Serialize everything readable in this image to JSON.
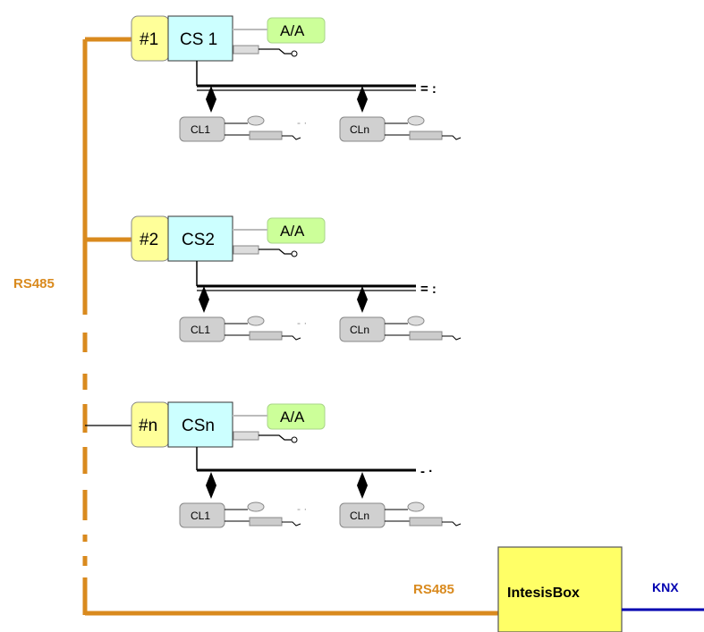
{
  "bus": {
    "left_label": "RS485",
    "bottom_label": "RS485",
    "bus_color": "#D98A1E"
  },
  "gateway": {
    "label": "IntesisBox",
    "output_label": "KNX",
    "fill": "#FFFF66",
    "output_color": "#0000B0"
  },
  "groups": [
    {
      "id_label": "#1",
      "cs_label": "CS 1",
      "aa_label": "A/A",
      "cl_first": "CL1",
      "cl_last": "CLn",
      "cl_more": "- ·",
      "line_more": "= :"
    },
    {
      "id_label": "#2",
      "cs_label": "CS2",
      "aa_label": "A/A",
      "cl_first": "CL1",
      "cl_last": "CLn",
      "cl_more": "- ·",
      "line_more": "= :"
    },
    {
      "id_label": "#n",
      "cs_label": "CSn",
      "aa_label": "A/A",
      "cl_first": "CL1",
      "cl_last": "CLn",
      "cl_more": "- ·",
      "line_more": "- ·"
    }
  ],
  "colors": {
    "id_fill": "#FFFF99",
    "cs_fill": "#CCFFFF",
    "aa_fill": "#CCFF99",
    "cl_fill": "#D0D0D0"
  }
}
